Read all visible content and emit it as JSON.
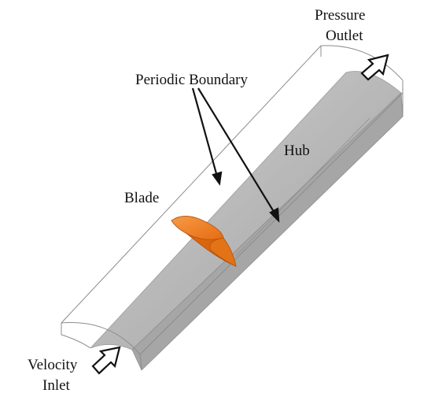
{
  "labels": {
    "pressure": "Pressure",
    "outlet": "Outlet",
    "periodic_boundary": "Periodic Boundary",
    "hub": "Hub",
    "blade": "Blade",
    "velocity": "Velocity",
    "inlet": "Inlet"
  },
  "colors": {
    "hub_fill": "#b9b9b9",
    "hub_highlight": "#d6d6d6",
    "hub_shadow": "#9a9a9a",
    "domain_outline": "#8c8c8c",
    "blade_fill": "#f07a1e",
    "blade_dark": "#c85a0a",
    "arrow_stroke": "#111111",
    "text": "#111111"
  },
  "icons": {
    "inlet_arrow": "inflow-arrow-icon",
    "outlet_arrow": "outflow-arrow-icon"
  }
}
